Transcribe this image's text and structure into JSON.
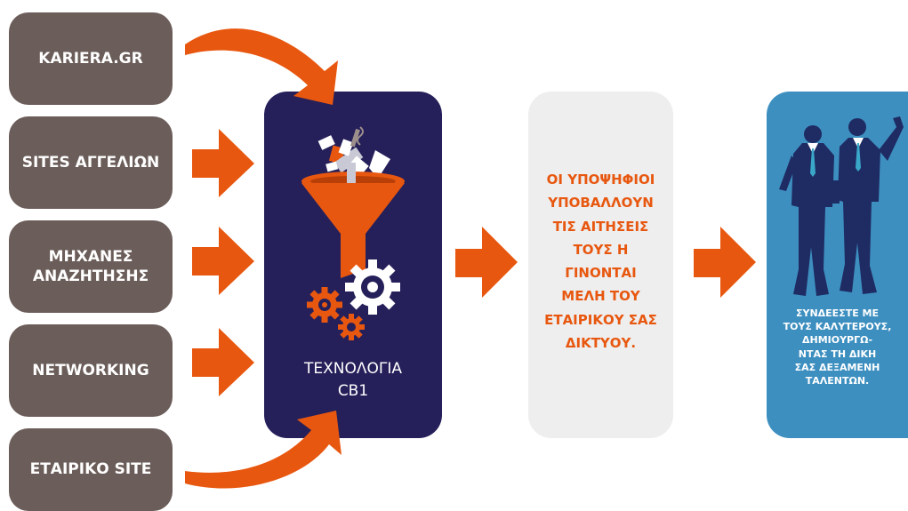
{
  "sources": [
    {
      "label": "KARIERA.GR"
    },
    {
      "label": "SITES ΑΓΓΕΛΙΩΝ"
    },
    {
      "label": "ΜΗΧΑΝΕΣ\nΑΝΑΖΗΤΗΣΗΣ"
    },
    {
      "label": "NETWORKING"
    },
    {
      "label": "ΕΤΑΙΡΙΚΟ SITE"
    }
  ],
  "technology": {
    "label": "ΤΕΧΝΟΛΟΓΙΑ\nCB1",
    "icon": "funnel-gears-icon"
  },
  "candidates": {
    "text": "ΟΙ ΥΠΟΨΗΦΙΟΙ\nΥΠΟΒΑΛΛΟΥΝ\nΤΙΣ ΑΙΤΗΣΕΙΣ\nΤΟΥΣ Η\nΓΙΝΟΝΤΑΙ\nΜΕΛΗ ΤΟΥ\nΕΤΑΙΡΙΚΟΥ ΣΑΣ\nΔΙΚΤΥΟΥ."
  },
  "result": {
    "text": "ΣΥΝΔΕΕΣΤΕ ΜΕ\nΤΟΥΣ ΚΑΛΥΤΕΡΟΥΣ,\nΔΗΜΙΟΥΡΓΩ-\nΝΤΑΣ ΤΗ ΔΙΚΗ\nΣΑΣ ΔΕΞΑΜΕΝΗ\nΤΑΛΕΝΤΩΝ.",
    "icon": "businessmen-icon"
  },
  "colors": {
    "source_box": "#6b5d59",
    "tech_box": "#26205a",
    "candidate_box": "#eeeeee",
    "result_box": "#3d8fc0",
    "arrow": "#e8570f"
  }
}
